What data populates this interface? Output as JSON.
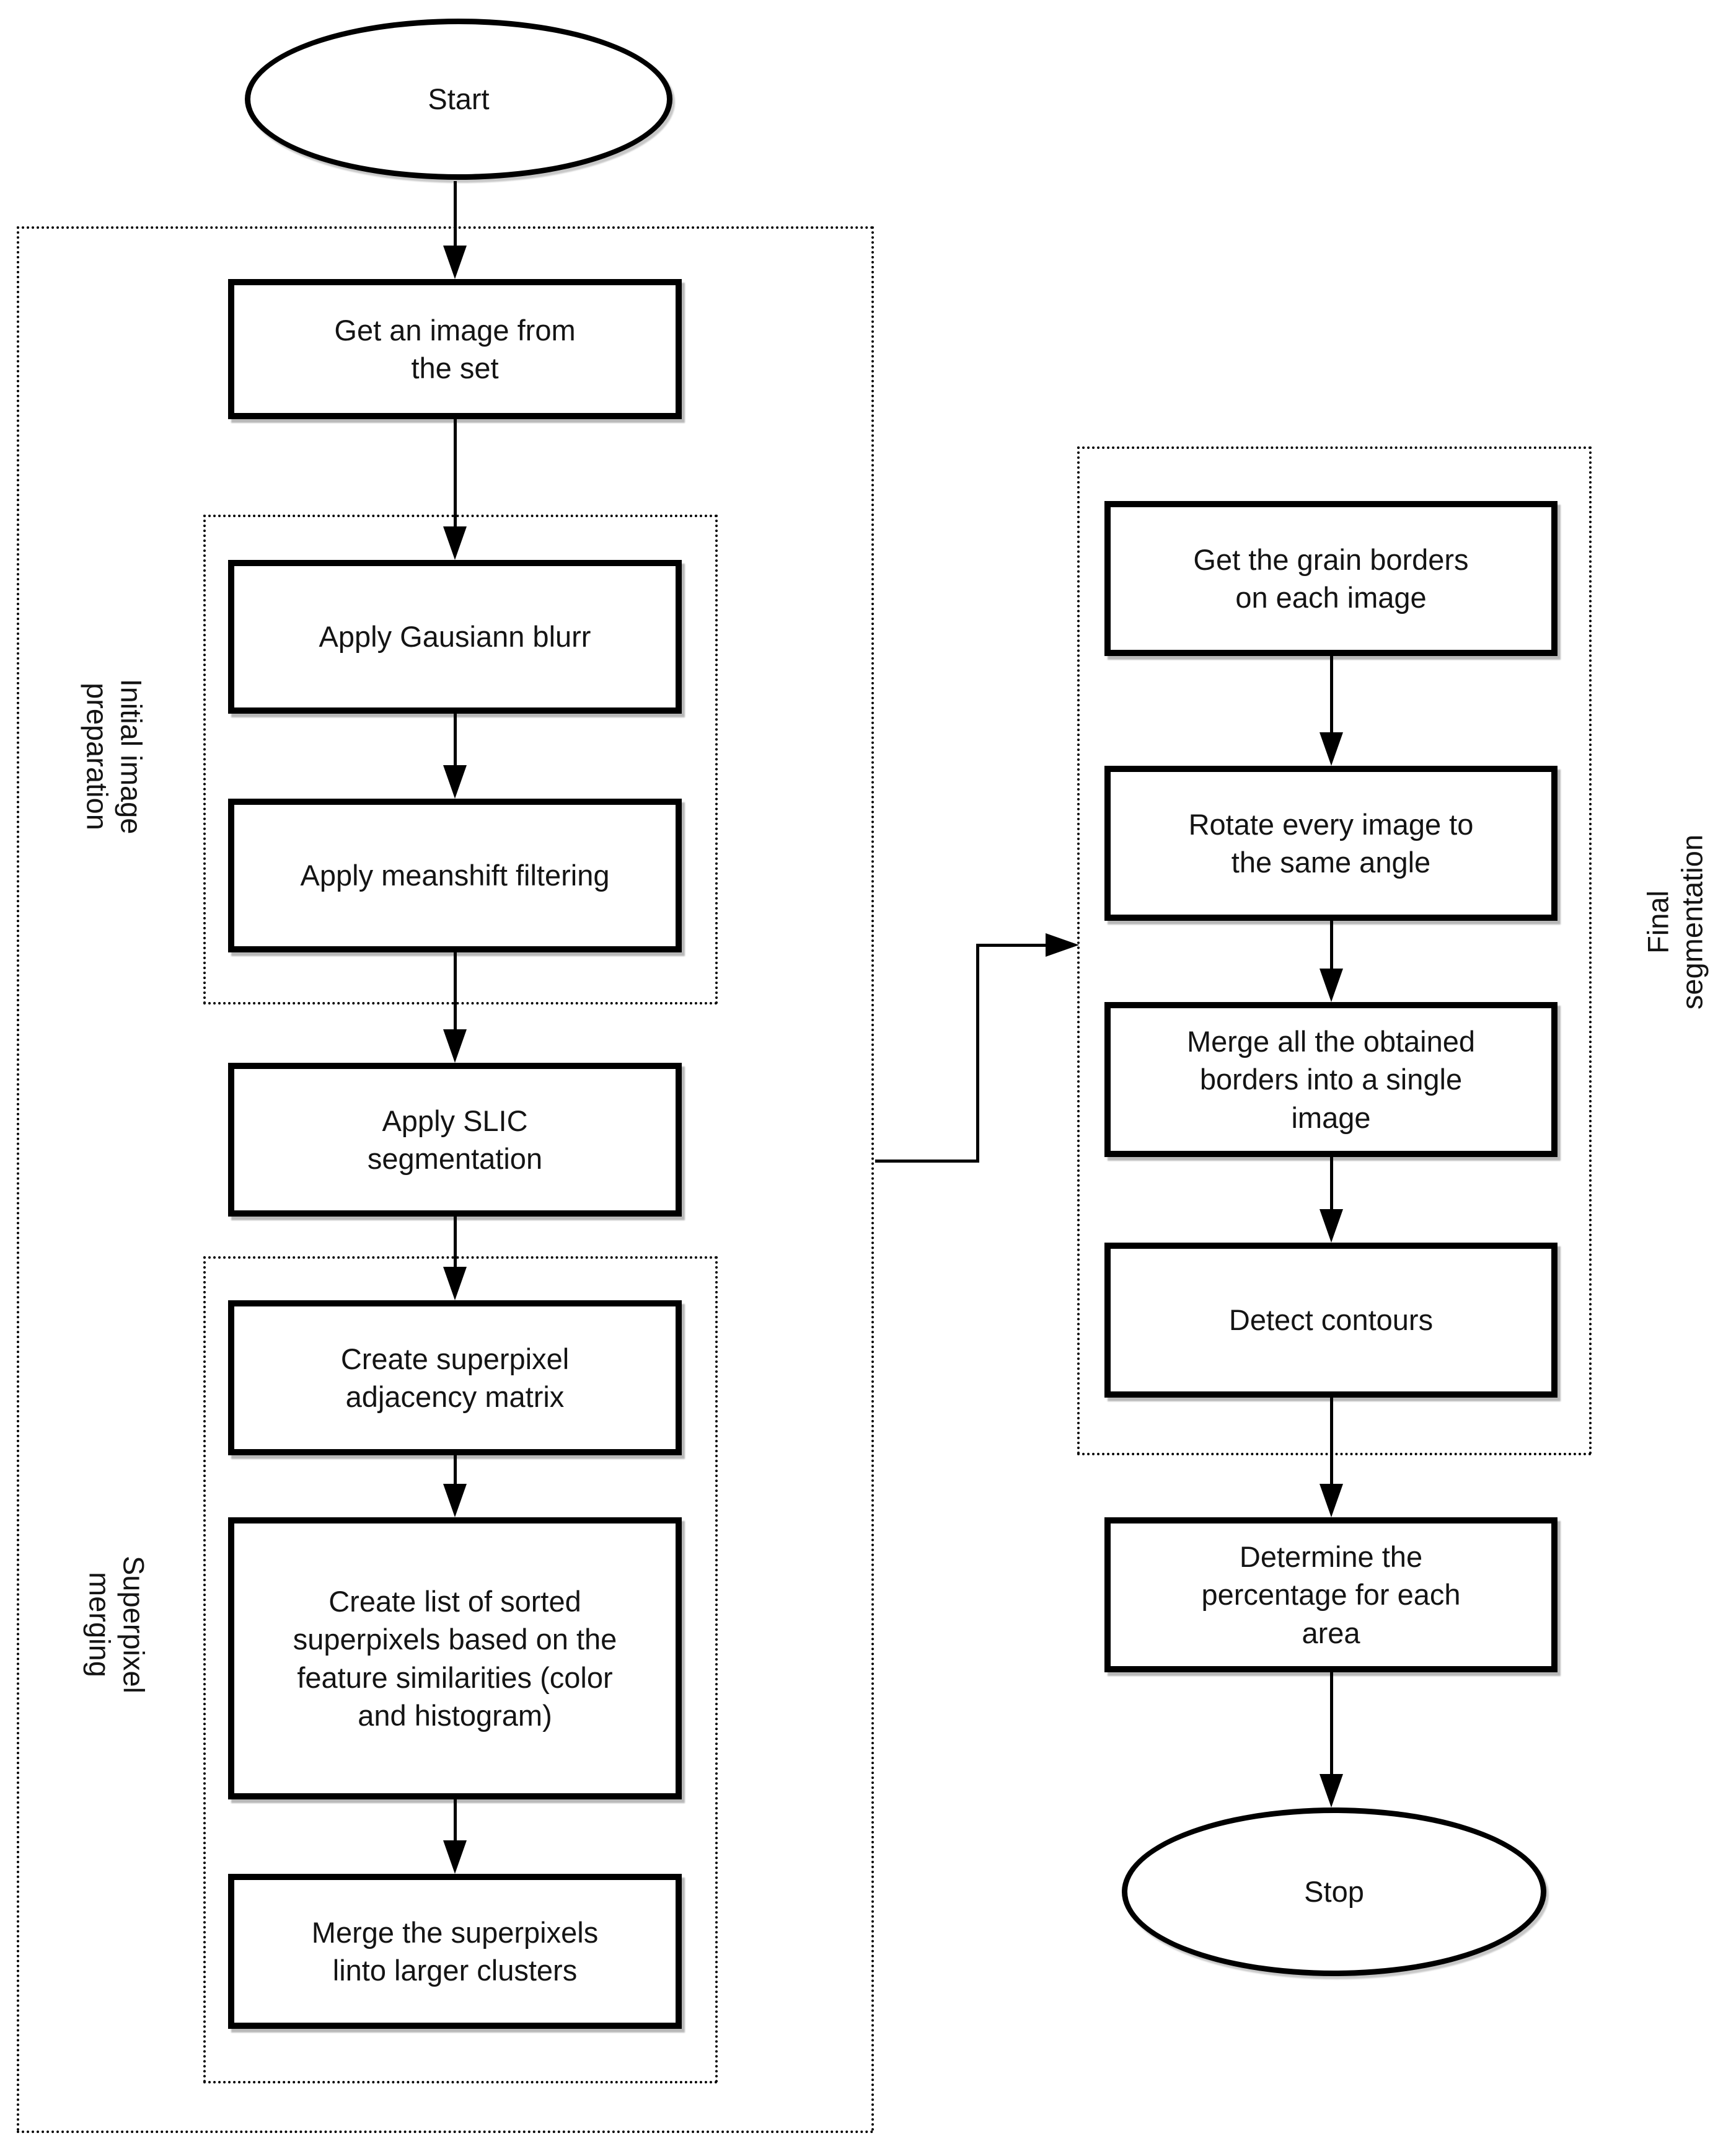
{
  "flowchart": {
    "terminals": {
      "start": "Start",
      "stop": "Stop"
    },
    "nodes": {
      "get_image": "Get an image from\nthe set",
      "gaussian_blur": "Apply Gausiann blurr",
      "meanshift": "Apply meanshift filtering",
      "slic": "Apply SLIC\nsegmentation",
      "adjacency_matrix": "Create superpixel\nadjacency matrix",
      "sorted_list": "Create list of sorted\nsuperpixels based on the\nfeature similarities (color\nand histogram)",
      "merge_superpixels": "Merge the superpixels\nlinto larger clusters",
      "grain_borders": "Get the grain borders\non each image",
      "rotate_images": "Rotate every image to\nthe same angle",
      "merge_borders": "Merge all the obtained\nborders into a single\nimage",
      "detect_contours": "Detect contours",
      "percentage": "Determine the\npercentage for each\narea"
    },
    "groups": {
      "initial_preparation": "Initial image\npreparation",
      "superpixel_merging": "Superpixel\nmerging",
      "final_segmentation": "Final\nsegmentation"
    },
    "colors": {
      "line": "#000000",
      "text": "#141414",
      "background": "#ffffff"
    }
  }
}
